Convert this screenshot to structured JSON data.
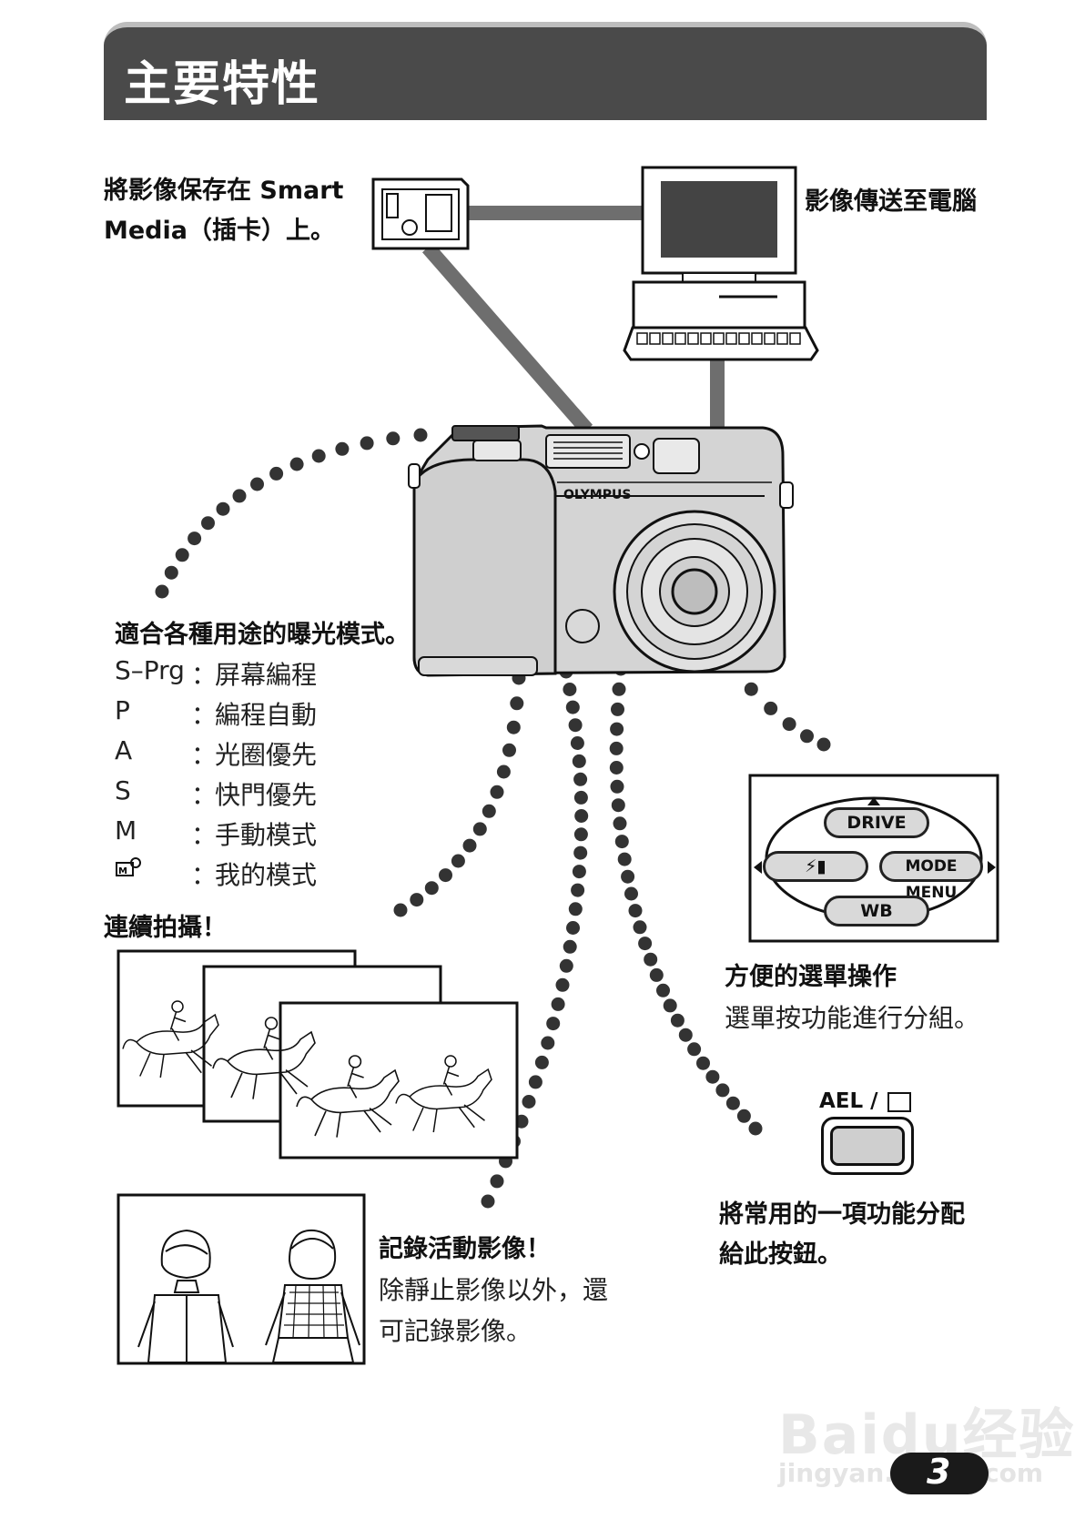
{
  "header": {
    "title": "主要特性"
  },
  "captions": {
    "smartmedia": [
      "將影像保存在 Smart",
      "Media（插卡）上。"
    ],
    "pc": "影像傳送至電腦",
    "exposure_title": "適合各種用途的曝光模式。",
    "sequential": "連續拍攝！",
    "menu_title": "方便的選單操作",
    "menu_desc": "選單按功能進行分組。",
    "movie_title": "記錄活動影像！",
    "movie_desc": [
      "除靜止影像以外，還",
      "可記錄影像。"
    ],
    "custom_button": [
      "將常用的一項功能分配",
      "給此按鈕。"
    ]
  },
  "exposure_modes": [
    {
      "code": "S–Prg",
      "sep": "：",
      "desc": "屏幕編程"
    },
    {
      "code": "P",
      "sep": "：",
      "desc": "編程自動"
    },
    {
      "code": "A",
      "sep": "：",
      "desc": "光圈優先"
    },
    {
      "code": "S",
      "sep": "：",
      "desc": "快門優先"
    },
    {
      "code": "M",
      "sep": "：",
      "desc": "手動模式"
    },
    {
      "code": "",
      "code_icon": "my-mode-icon",
      "sep": "：",
      "desc": "我的模式"
    }
  ],
  "camera": {
    "brand": "OLYMPUS"
  },
  "menu_panel": {
    "top": "DRIVE",
    "left_icon": "flash-icon",
    "right": "MODE MENU",
    "bottom": "WB"
  },
  "ael_button": {
    "label": "AEL /",
    "icon": "protect-icon"
  },
  "watermark": {
    "brand": "Baidu经验",
    "url": "jingyan.baidu.com"
  },
  "page_number": "3"
}
